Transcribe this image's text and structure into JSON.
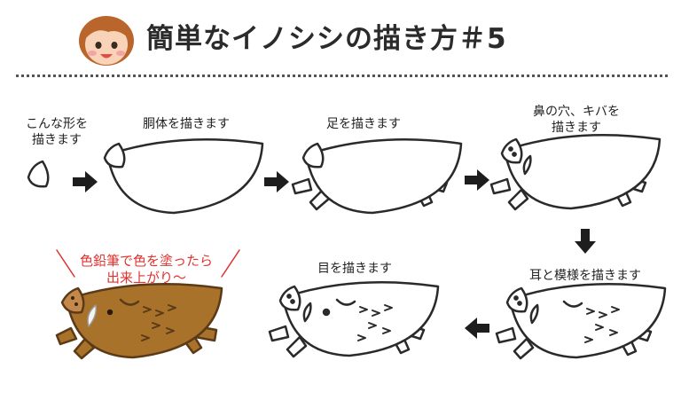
{
  "title": "簡単なイノシシの描き方＃5",
  "steps": [
    {
      "label_line1": "こんな形を",
      "label_line2": "描きます"
    },
    {
      "label": "胴体を描きます"
    },
    {
      "label": "足を描きます"
    },
    {
      "label_line1": "鼻の穴、キバを",
      "label_line2": "描きます"
    },
    {
      "label": "耳と模様を描きます"
    },
    {
      "label": "目を描きます"
    },
    {
      "label_line1": "色鉛筆で色を塗ったら",
      "label_line2": "出来上がり～"
    }
  ],
  "colors": {
    "outline": "#2a2a2a",
    "boar_fill": "#a8722b",
    "boar_dark": "#5b3a17",
    "accent_text": "#e0322f",
    "avatar_hair": "#b9652c",
    "avatar_skin": "#f8d3b7"
  },
  "icons": [
    "girl-avatar-icon",
    "right-arrow-icon",
    "down-arrow-icon",
    "left-arrow-icon"
  ]
}
